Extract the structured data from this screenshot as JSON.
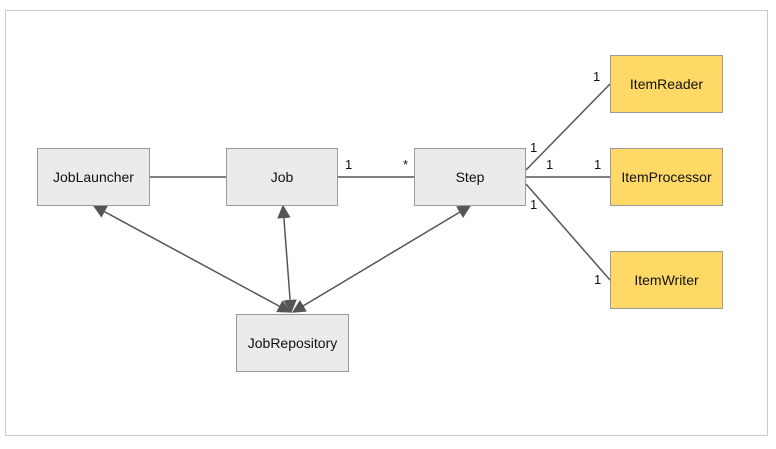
{
  "diagram": {
    "nodes": {
      "job_launcher": "JobLauncher",
      "job": "Job",
      "step": "Step",
      "job_repository": "JobRepository",
      "item_reader": "ItemReader",
      "item_processor": "ItemProcessor",
      "item_writer": "ItemWriter"
    },
    "edges": [
      {
        "from": "JobLauncher",
        "to": "Job",
        "type": "association"
      },
      {
        "from": "Job",
        "to": "Step",
        "type": "association",
        "from_multiplicity": "1",
        "to_multiplicity": "*"
      },
      {
        "from": "Step",
        "to": "ItemReader",
        "type": "association",
        "from_multiplicity": "1",
        "to_multiplicity": "1"
      },
      {
        "from": "Step",
        "to": "ItemProcessor",
        "type": "association",
        "from_multiplicity": "1",
        "to_multiplicity": "1"
      },
      {
        "from": "Step",
        "to": "ItemWriter",
        "type": "association",
        "from_multiplicity": "1",
        "to_multiplicity": "1"
      },
      {
        "from": "JobLauncher",
        "to": "JobRepository",
        "type": "bidirectional-arrow"
      },
      {
        "from": "Job",
        "to": "JobRepository",
        "type": "bidirectional-arrow"
      },
      {
        "from": "Step",
        "to": "JobRepository",
        "type": "bidirectional-arrow"
      }
    ],
    "multiplicity": {
      "job_to_step_job_end": "1",
      "job_to_step_step_end": "*",
      "step_reader_step_end": "1",
      "step_reader_reader_end": "1",
      "step_processor_step_end": "1",
      "step_processor_processor_end": "1",
      "step_writer_step_end": "1",
      "step_writer_writer_end": "1"
    },
    "colors": {
      "core_fill": "#ebebeb",
      "item_fill": "#ffd966",
      "border": "#9a9a9a",
      "line": "#555555"
    }
  }
}
